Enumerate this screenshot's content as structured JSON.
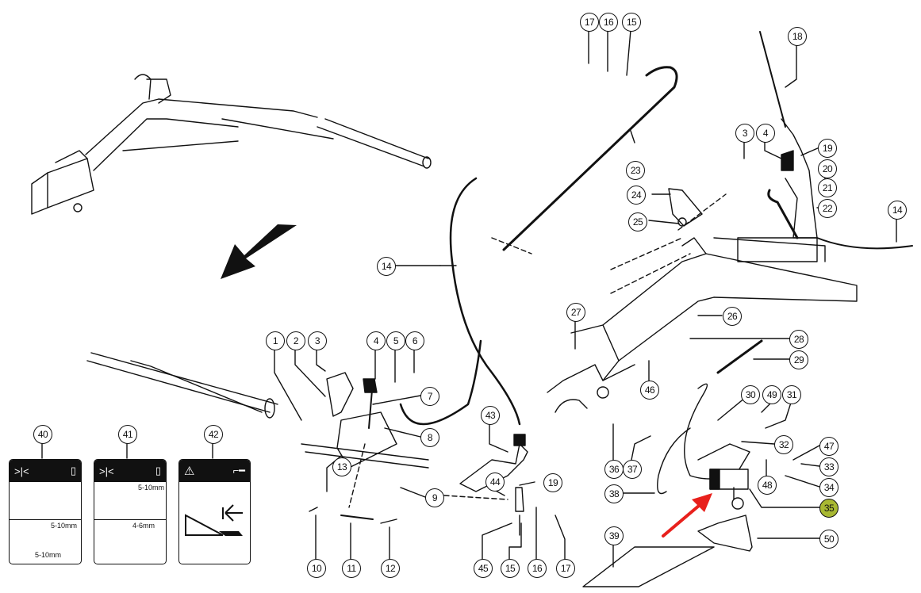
{
  "diagram": {
    "title": "Exploded parts diagram – frame, control linkage and share assembly",
    "highlight_color": "#a8b832",
    "pointer_arrow_color": "#e8201c",
    "highlighted_part": "35",
    "direction_arrow": "travel-direction-arrow"
  },
  "callouts": [
    {
      "id": "c17a",
      "label": "17"
    },
    {
      "id": "c16a",
      "label": "16"
    },
    {
      "id": "c15a",
      "label": "15"
    },
    {
      "id": "c18",
      "label": "18"
    },
    {
      "id": "c3b",
      "label": "3"
    },
    {
      "id": "c4b",
      "label": "4"
    },
    {
      "id": "c19a",
      "label": "19"
    },
    {
      "id": "c20",
      "label": "20"
    },
    {
      "id": "c21",
      "label": "21"
    },
    {
      "id": "c22",
      "label": "22"
    },
    {
      "id": "c14b",
      "label": "14"
    },
    {
      "id": "c23",
      "label": "23"
    },
    {
      "id": "c24",
      "label": "24"
    },
    {
      "id": "c25",
      "label": "25"
    },
    {
      "id": "c14a",
      "label": "14"
    },
    {
      "id": "c27",
      "label": "27"
    },
    {
      "id": "c26",
      "label": "26"
    },
    {
      "id": "c28",
      "label": "28"
    },
    {
      "id": "c29",
      "label": "29"
    },
    {
      "id": "c46",
      "label": "46"
    },
    {
      "id": "c30",
      "label": "30"
    },
    {
      "id": "c49",
      "label": "49"
    },
    {
      "id": "c31",
      "label": "31"
    },
    {
      "id": "c32",
      "label": "32"
    },
    {
      "id": "c47",
      "label": "47"
    },
    {
      "id": "c33",
      "label": "33"
    },
    {
      "id": "c48",
      "label": "48"
    },
    {
      "id": "c34",
      "label": "34"
    },
    {
      "id": "c35",
      "label": "35"
    },
    {
      "id": "c36",
      "label": "36"
    },
    {
      "id": "c37",
      "label": "37"
    },
    {
      "id": "c38",
      "label": "38"
    },
    {
      "id": "c39",
      "label": "39"
    },
    {
      "id": "c50",
      "label": "50"
    },
    {
      "id": "c1",
      "label": "1"
    },
    {
      "id": "c2",
      "label": "2"
    },
    {
      "id": "c3a",
      "label": "3"
    },
    {
      "id": "c4a",
      "label": "4"
    },
    {
      "id": "c5",
      "label": "5"
    },
    {
      "id": "c6",
      "label": "6"
    },
    {
      "id": "c7",
      "label": "7"
    },
    {
      "id": "c8",
      "label": "8"
    },
    {
      "id": "c9",
      "label": "9"
    },
    {
      "id": "c13",
      "label": "13"
    },
    {
      "id": "c10",
      "label": "10"
    },
    {
      "id": "c11",
      "label": "11"
    },
    {
      "id": "c12",
      "label": "12"
    },
    {
      "id": "c43",
      "label": "43"
    },
    {
      "id": "c44",
      "label": "44"
    },
    {
      "id": "c19b",
      "label": "19"
    },
    {
      "id": "c45",
      "label": "45"
    },
    {
      "id": "c15b",
      "label": "15"
    },
    {
      "id": "c16b",
      "label": "16"
    },
    {
      "id": "c17b",
      "label": "17"
    },
    {
      "id": "c40",
      "label": "40"
    },
    {
      "id": "c41",
      "label": "41"
    },
    {
      "id": "c42",
      "label": "42"
    }
  ],
  "decals": {
    "d40": {
      "mm_top": "5-10mm",
      "mm_bottom": "5-10mm"
    },
    "d41": {
      "mm_top": "5-10mm",
      "mm_bottom": "4-6mm"
    },
    "d42": {
      "warning": "warning-triangle-icon"
    }
  }
}
